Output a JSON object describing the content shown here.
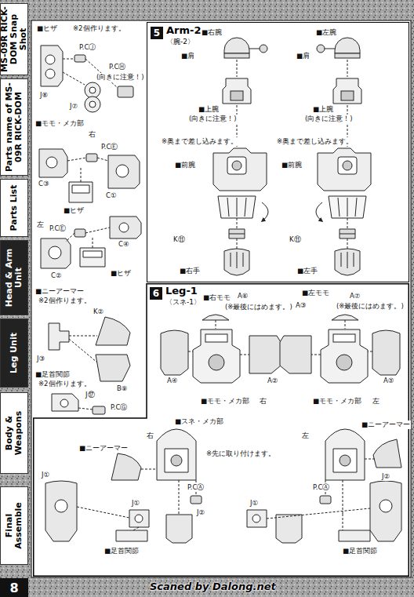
{
  "diagram": {
    "nodes": [
      {
        "text": [
          "MS-09R RICK-DOM Snap Shot"
        ]
      },
      {
        "text": [
          "Parts name of MS-09R RICK-DOM"
        ]
      },
      {
        "text": [
          "Parts List"
        ]
      },
      {
        "text": [
          "Head & Arm Unit"
        ]
      },
      {
        "text": [
          "Leg Unit"
        ]
      },
      {
        "text": [
          "Body & Weapons"
        ]
      },
      {
        "text": [
          "Final Assemble"
        ]
      },
      {
        "text": [
          "8"
        ]
      },
      {
        "text": [
          "Arm-2",
          "〈腕-2〉"
        ]
      },
      {
        "text": [
          "5"
        ],
        "in": 8
      },
      {
        "text": [
          "Leg-1",
          "〈スネ-1〉"
        ]
      },
      {
        "text": [
          "6"
        ],
        "in": 10
      }
    ],
    "labels": [
      "■ヒザ",
      "※2個作ります。",
      "P.CⒿ",
      "P.CⒽ",
      "(向きに注意！)",
      "J⑧",
      "J⑦",
      "■モモ・メカ部",
      "右",
      "P.CⒺ",
      "C③",
      "■ヒザ",
      "C①",
      "左",
      "P.CⒺ",
      "C④",
      "C②",
      "■ヒザ",
      "■ニーアーマー",
      "※2個作ります。",
      "K②",
      "J③",
      "B⑨",
      "■足首関節",
      "※2個作ります。",
      "J⑰",
      "P.CⒼ",
      "■右腕",
      "■肩",
      "■上腕",
      "(向きに注意！)",
      "※奥まで差し込みます。",
      "■前腕",
      "K⑪",
      "■右手",
      "■左腕",
      "■肩",
      "■上腕",
      "(向きに注意！)",
      "※奥まで差し込みます。",
      "■前腕",
      "K⑪",
      "■左手",
      "■右モモ",
      "A⑥",
      "(※最後にはめます。)",
      "A④",
      "A②",
      "■モモ・メカ部",
      "右",
      "■左モモ",
      "A③",
      "A⑦",
      "(※最後にはめます。)",
      "A⑤",
      "■モモ・メカ部",
      "左",
      "■スネ・メカ部",
      "右",
      "左",
      "■ニーアーマー",
      "※先に取り付けます。",
      "J①",
      "P.CⒶ",
      "J①",
      "J②",
      "■足首関節",
      "■ニーアーマー",
      "P.CⒶ",
      "J①",
      "J②",
      "■足首関節",
      "Scaned by Dalong.net"
    ]
  }
}
